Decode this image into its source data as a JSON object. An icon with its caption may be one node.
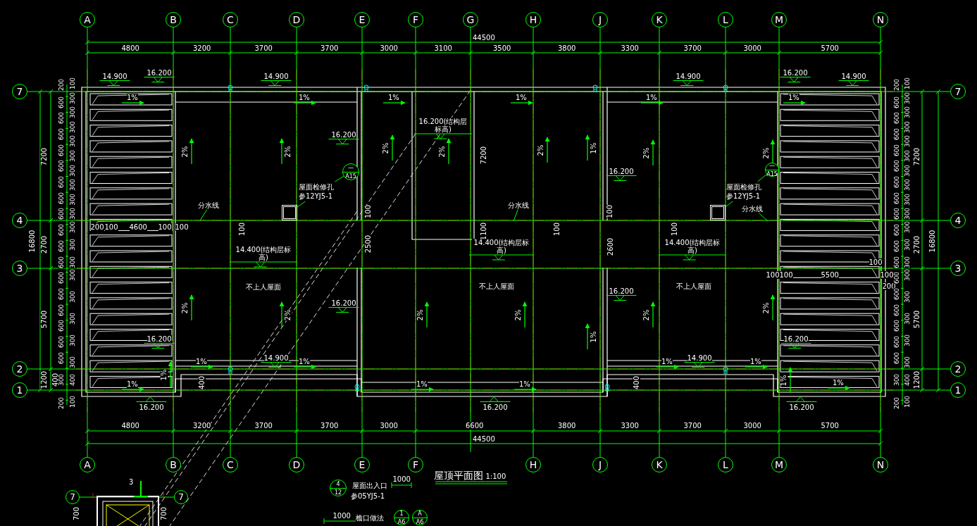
{
  "diagram": {
    "title": "屋顶平面图",
    "nodes": [
      {
        "text": [
          "A"
        ]
      },
      {
        "text": [
          "B"
        ]
      },
      {
        "text": [
          "C"
        ]
      },
      {
        "text": [
          "D"
        ]
      },
      {
        "text": [
          "E"
        ]
      },
      {
        "text": [
          "F"
        ]
      },
      {
        "text": [
          "G"
        ]
      },
      {
        "text": [
          "H"
        ]
      },
      {
        "text": [
          "J"
        ]
      },
      {
        "text": [
          "K"
        ]
      },
      {
        "text": [
          "L"
        ]
      },
      {
        "text": [
          "M"
        ]
      },
      {
        "text": [
          "N"
        ]
      },
      {
        "text": [
          "A"
        ]
      },
      {
        "text": [
          "B"
        ]
      },
      {
        "text": [
          "C"
        ]
      },
      {
        "text": [
          "D"
        ]
      },
      {
        "text": [
          "E"
        ]
      },
      {
        "text": [
          "F"
        ]
      },
      {
        "text": [
          "H"
        ]
      },
      {
        "text": [
          "J"
        ]
      },
      {
        "text": [
          "K"
        ]
      },
      {
        "text": [
          "L"
        ]
      },
      {
        "text": [
          "M"
        ]
      },
      {
        "text": [
          "N"
        ]
      },
      {
        "text": [
          "7"
        ]
      },
      {
        "text": [
          "4"
        ]
      },
      {
        "text": [
          "3"
        ]
      },
      {
        "text": [
          "2"
        ]
      },
      {
        "text": [
          "1"
        ]
      },
      {
        "text": [
          "7"
        ]
      },
      {
        "text": [
          "4"
        ]
      },
      {
        "text": [
          "3"
        ]
      },
      {
        "text": [
          "2"
        ]
      },
      {
        "text": [
          "1"
        ]
      },
      {
        "text": [
          "屋面检修孔",
          "参12YJ5-1"
        ]
      },
      {
        "text": [],
        "shape": "box"
      },
      {
        "text": [
          "—",
          "A15"
        ]
      },
      {
        "text": [
          "屋面检修孔",
          "参12YJ5-1"
        ]
      },
      {
        "text": [],
        "shape": "box"
      },
      {
        "text": [
          "—",
          "A15"
        ]
      },
      {
        "text": [
          "分水线"
        ]
      },
      {
        "text": [
          "分水线"
        ]
      },
      {
        "text": [
          "分水线"
        ]
      },
      {
        "text": [
          "7"
        ]
      },
      {
        "text": [
          "7"
        ]
      },
      {
        "text": [
          "4",
          "12"
        ],
        "beside": [
          "屋面出入口",
          "参05YJ5-1"
        ]
      },
      {
        "text": [
          "1",
          "A6"
        ],
        "beside": [
          "檐口做法"
        ]
      },
      {
        "text": [
          "A",
          "A6"
        ]
      }
    ],
    "edges": [
      {
        "from": 0,
        "to": 13,
        "arrow": "none"
      },
      {
        "from": 1,
        "to": 14,
        "arrow": "none"
      },
      {
        "from": 2,
        "to": 15,
        "arrow": "none"
      },
      {
        "from": 3,
        "to": 16,
        "arrow": "none"
      },
      {
        "from": 4,
        "to": 17,
        "arrow": "none"
      },
      {
        "from": 5,
        "to": 18,
        "arrow": "none"
      },
      {
        "from": 6,
        "to": null,
        "arrow": "none"
      },
      {
        "from": 7,
        "to": 19,
        "arrow": "none"
      },
      {
        "from": 8,
        "to": 20,
        "arrow": "none"
      },
      {
        "from": 9,
        "to": 21,
        "arrow": "none"
      },
      {
        "from": 10,
        "to": 22,
        "arrow": "none"
      },
      {
        "from": 11,
        "to": 23,
        "arrow": "none"
      },
      {
        "from": 12,
        "to": 24,
        "arrow": "none"
      },
      {
        "from": 25,
        "to": 30,
        "arrow": "none"
      },
      {
        "from": 26,
        "to": 31,
        "arrow": "none"
      },
      {
        "from": 27,
        "to": 32,
        "arrow": "none"
      },
      {
        "from": 28,
        "to": 33,
        "arrow": "none"
      },
      {
        "from": 29,
        "to": 34,
        "arrow": "none"
      },
      {
        "from": 35,
        "to": 36,
        "arrow": "none"
      },
      {
        "from": 35,
        "to": 37,
        "arrow": "none"
      },
      {
        "from": 38,
        "to": 39,
        "arrow": "none"
      },
      {
        "from": 38,
        "to": 40,
        "arrow": "none"
      },
      {
        "from": 41,
        "to": null,
        "arrow": "none"
      },
      {
        "from": 42,
        "to": null,
        "arrow": "none"
      },
      {
        "from": 43,
        "to": null,
        "arrow": "none"
      },
      {
        "from": 44,
        "to": 45,
        "arrow": "none"
      }
    ],
    "labels": [
      "44500",
      "4800",
      "3200",
      "3700",
      "3700",
      "3000",
      "3100",
      "3500",
      "3800",
      "3300",
      "3700",
      "3000",
      "5700",
      "4800",
      "3200",
      "3700",
      "3700",
      "3000",
      "6600",
      "3800",
      "3300",
      "3700",
      "3000",
      "5700",
      "44500",
      "14.900",
      "16.200",
      "14.900",
      "14.900",
      "16.200",
      "14.900",
      "1%",
      "1%",
      "1%",
      "1%",
      "1%",
      "1%",
      "2%",
      "2%",
      "16.200",
      "2%",
      "2%",
      "16.200(结构层标高)",
      "7200",
      "2%",
      "1%",
      "2%",
      "2%",
      "16.200",
      "200",
      "100",
      "4600",
      "100",
      "100",
      "100",
      "14.400(结构层标高)",
      "100",
      "2500",
      "1100",
      "14.400(结构层标高)",
      "100",
      "100",
      "2600",
      "100",
      "14.400(结构层标高)",
      "不上人屋面",
      "不上人屋面",
      "不上人屋面",
      "100",
      "100",
      "5500",
      "100",
      "100",
      "200",
      "2%",
      "2%",
      "16.200",
      "2%",
      "2%",
      "16.200",
      "2%",
      "2%",
      "16.200",
      "1%",
      "16.200",
      "1%",
      "14.900",
      "1%",
      "1%",
      "14.900",
      "1%",
      "1%",
      "1%",
      "400",
      "1%",
      "1%",
      "400",
      "1%",
      "1%",
      "16.200",
      "16.200",
      "16.200",
      "16800",
      "7200",
      "2700",
      "5700",
      "1200",
      "400",
      "200",
      "600",
      "600",
      "600",
      "600",
      "600",
      "600",
      "600",
      "600",
      "600",
      "600",
      "600",
      "600",
      "600",
      "600",
      "600",
      "600",
      "600",
      "300",
      "200",
      "100",
      "300",
      "300",
      "300",
      "300",
      "300",
      "300",
      "300",
      "300",
      "300",
      "300",
      "300",
      "300",
      "300",
      "300",
      "300",
      "300",
      "300",
      "400",
      "100",
      "16800",
      "7200",
      "2700",
      "5700",
      "1200",
      "200",
      "600",
      "600",
      "600",
      "600",
      "600",
      "600",
      "600",
      "600",
      "600",
      "600",
      "600",
      "600",
      "600",
      "600",
      "600",
      "600",
      "600",
      "300",
      "200",
      "100",
      "300",
      "300",
      "300",
      "300",
      "300",
      "300",
      "300",
      "300",
      "300",
      "300",
      "300",
      "300",
      "300",
      "300",
      "300",
      "300",
      "300",
      "400",
      "100",
      "1:100",
      "3",
      "700",
      "700",
      "1000",
      "1000"
    ]
  }
}
